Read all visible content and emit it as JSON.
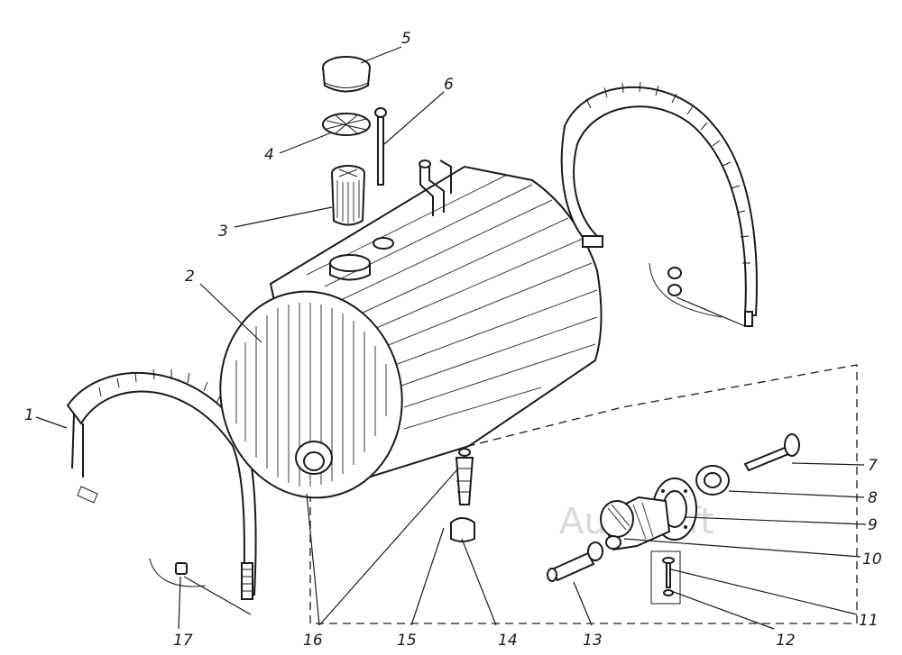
{
  "watermark": "AutoSoft",
  "callouts": {
    "c1": "1",
    "c2": "2",
    "c3": "3",
    "c4": "4",
    "c5": "5",
    "c6": "6",
    "c7": "7",
    "c8": "8",
    "c9": "9",
    "c10": "10",
    "c11": "11",
    "c12": "12",
    "c13": "13",
    "c14": "14",
    "c15": "15",
    "c16": "16",
    "c17": "17"
  }
}
